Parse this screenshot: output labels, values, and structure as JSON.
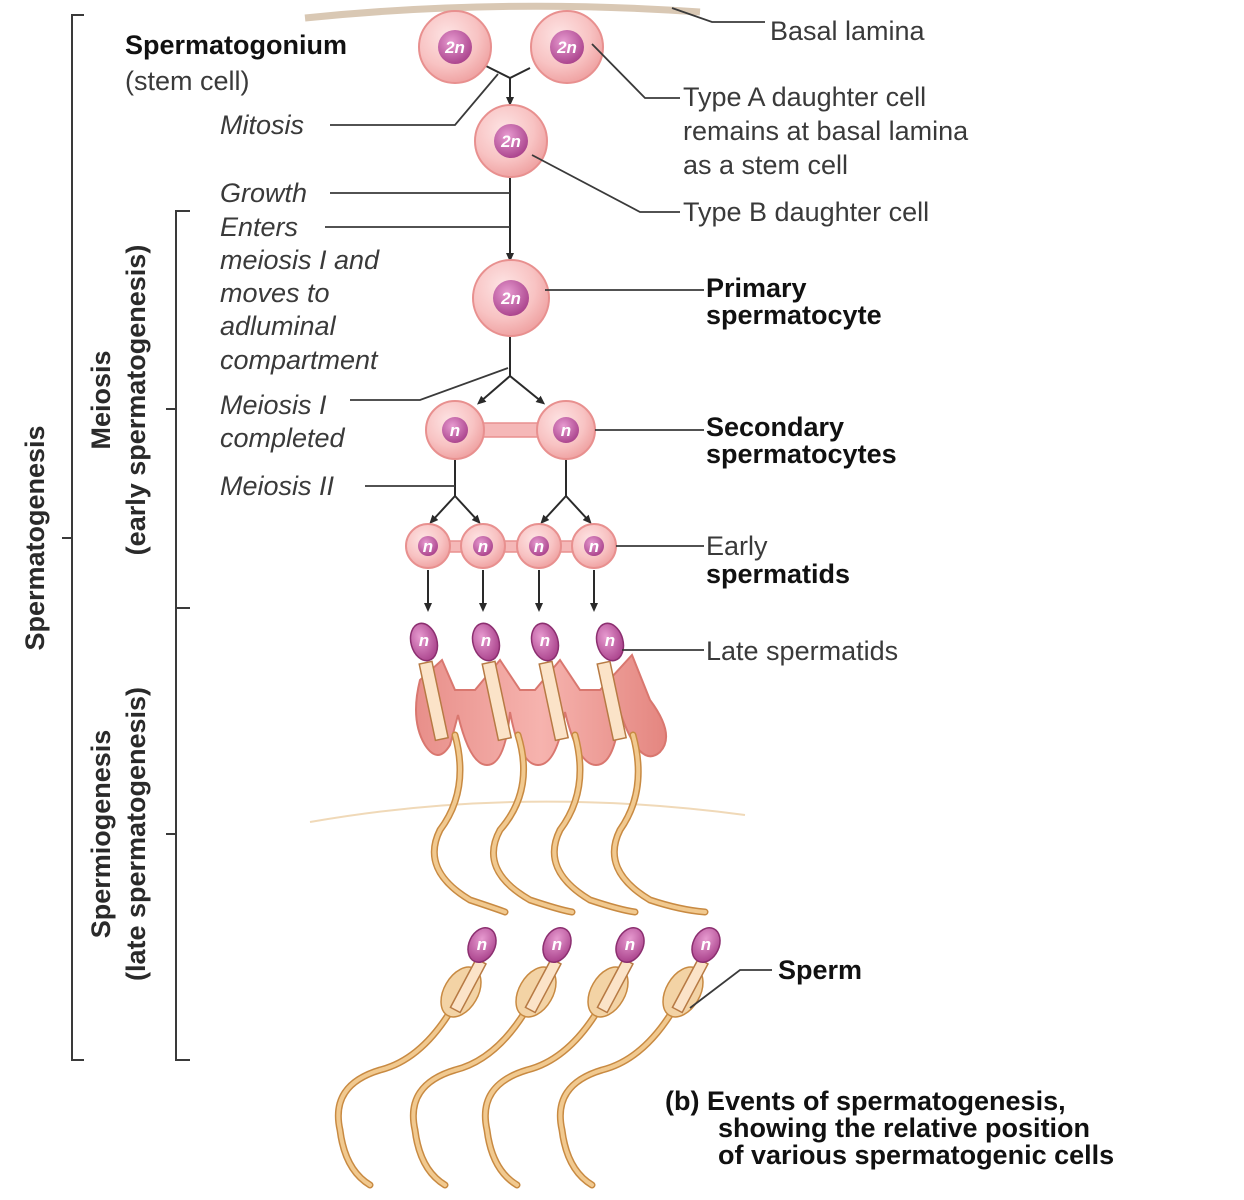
{
  "labels": {
    "spermatogonium": "Spermatogonium",
    "stem_cell": "(stem cell)",
    "basal_lamina": "Basal lamina",
    "mitosis": "Mitosis",
    "type_a_line1": "Type A daughter cell",
    "type_a_line2": "remains at basal lamina",
    "type_a_line3": "as a stem cell",
    "growth": "Growth",
    "type_b": "Type B daughter cell",
    "enters_line1": "Enters",
    "enters_line2": "meiosis I and",
    "enters_line3": "moves to",
    "enters_line4": "adluminal",
    "enters_line5": "compartment",
    "primary_line1": "Primary",
    "primary_line2": "spermatocyte",
    "meiosis1_line1": "Meiosis I",
    "meiosis1_line2": "completed",
    "secondary_line1": "Secondary",
    "secondary_line2": "spermatocytes",
    "meiosis2": "Meiosis II",
    "early_line1": "Early",
    "early_line2": "spermatids",
    "late_spermatids": "Late spermatids",
    "sperm": "Sperm"
  },
  "brackets": {
    "spermatogenesis": "Spermatogenesis",
    "meiosis_title": "Meiosis",
    "meiosis_sub": "(early spermatogenesis)",
    "spermiogenesis_title": "Spermiogenesis",
    "spermiogenesis_sub": "(late spermatogenesis)"
  },
  "caption": {
    "line1": "(b) Events of spermatogenesis,",
    "line2": "showing the relative position",
    "line3": "of various spermatogenic cells"
  },
  "ploidy": {
    "diploid": "2n",
    "haploid": "n"
  },
  "colors": {
    "cell_fill": "#f8c3c3",
    "cell_edge": "#e8908f",
    "nucleus": "#c2579e",
    "tail": "#e9b877",
    "tail_edge": "#c88a42",
    "line": "#3a3a3a"
  }
}
